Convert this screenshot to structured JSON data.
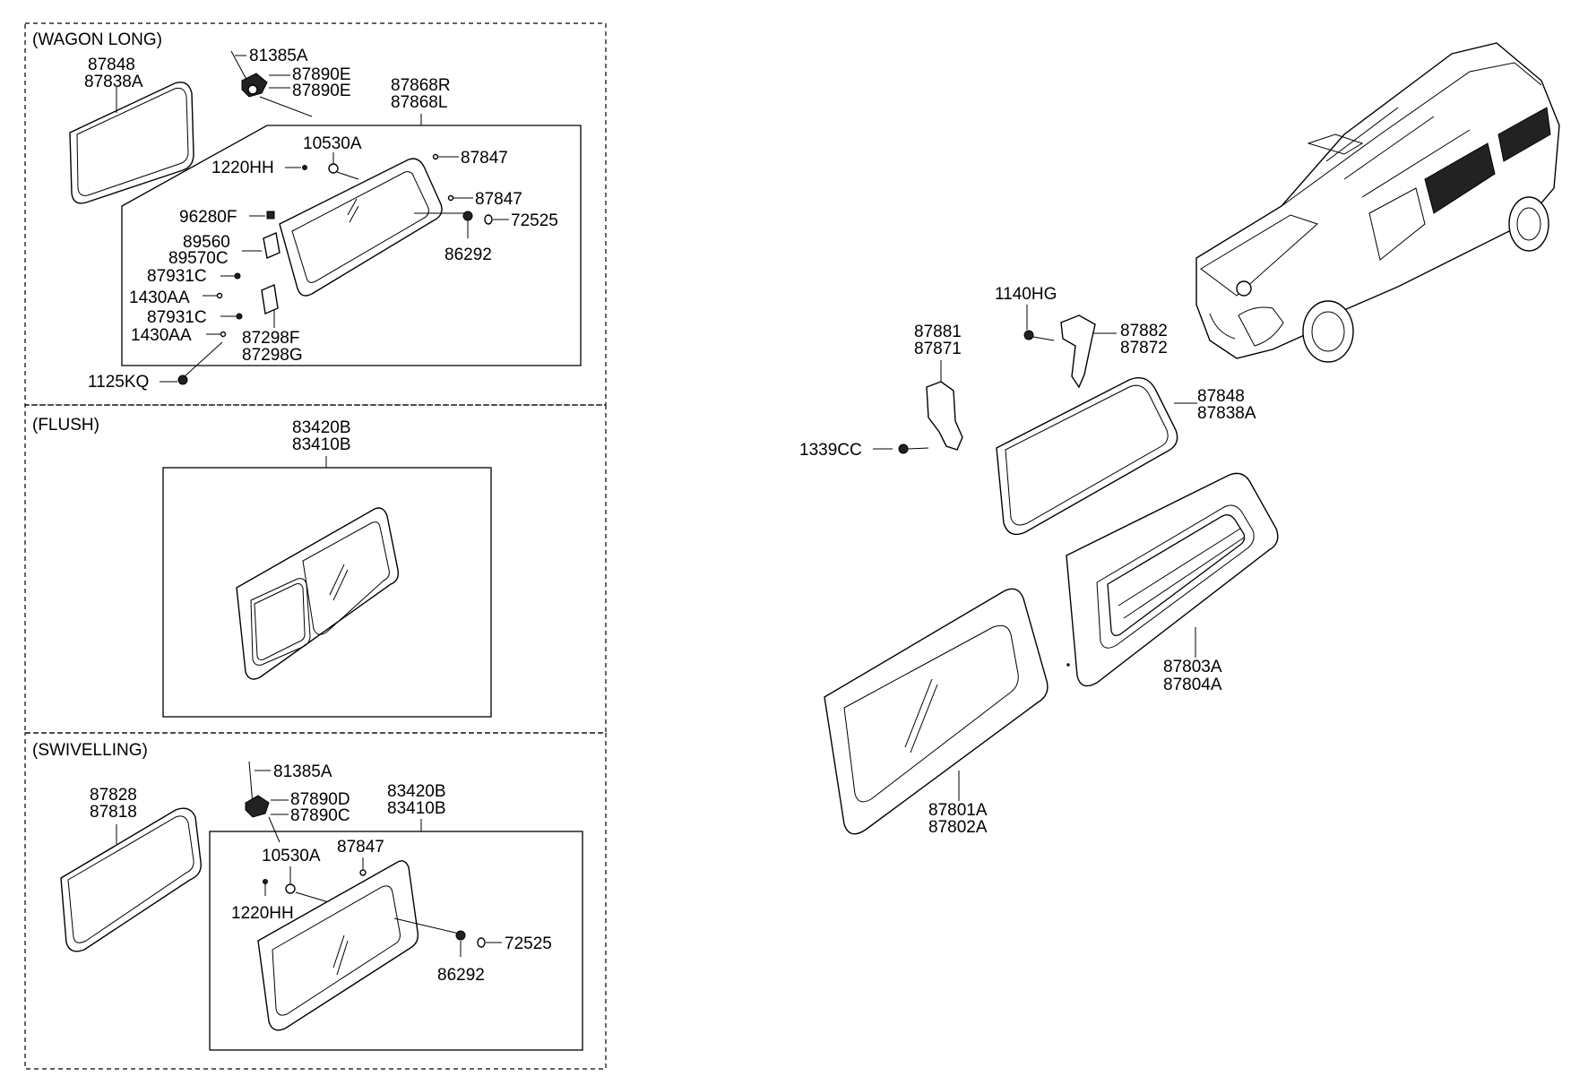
{
  "sections": {
    "wagon_long": "(WAGON LONG)",
    "flush": "(FLUSH)",
    "swivelling": "(SWIVELLING)"
  },
  "labels": {
    "w_87848": "87848",
    "w_87838A": "87838A",
    "w_81385A": "81385A",
    "w_87890E_1": "87890E",
    "w_87890E_2": "87890E",
    "w_87868R": "87868R",
    "w_87868L": "87868L",
    "w_10530A": "10530A",
    "w_1220HH": "1220HH",
    "w_87847a": "87847",
    "w_87847b": "87847",
    "w_72525": "72525",
    "w_86292": "86292",
    "w_96280F": "96280F",
    "w_89560": "89560",
    "w_89570C": "89570C",
    "w_87931C_1": "87931C",
    "w_1430AA_1": "1430AA",
    "w_87931C_2": "87931C",
    "w_1430AA_2": "1430AA",
    "w_87298F": "87298F",
    "w_87298G": "87298G",
    "w_1125KQ": "1125KQ",
    "f_83420B": "83420B",
    "f_83410B": "83410B",
    "s_87828": "87828",
    "s_87818": "87818",
    "s_81385A": "81385A",
    "s_87890D": "87890D",
    "s_87890C": "87890C",
    "s_83420B": "83420B",
    "s_83410B": "83410B",
    "s_10530A": "10530A",
    "s_87847": "87847",
    "s_1220HH": "1220HH",
    "s_72525": "72525",
    "s_86292": "86292",
    "r_1140HG": "1140HG",
    "r_87881": "87881",
    "r_87871": "87871",
    "r_87882": "87882",
    "r_87872": "87872",
    "r_1339CC": "1339CC",
    "r_87848": "87848",
    "r_87838A": "87838A",
    "r_87803A": "87803A",
    "r_87804A": "87804A",
    "r_87801A": "87801A",
    "r_87802A": "87802A"
  }
}
